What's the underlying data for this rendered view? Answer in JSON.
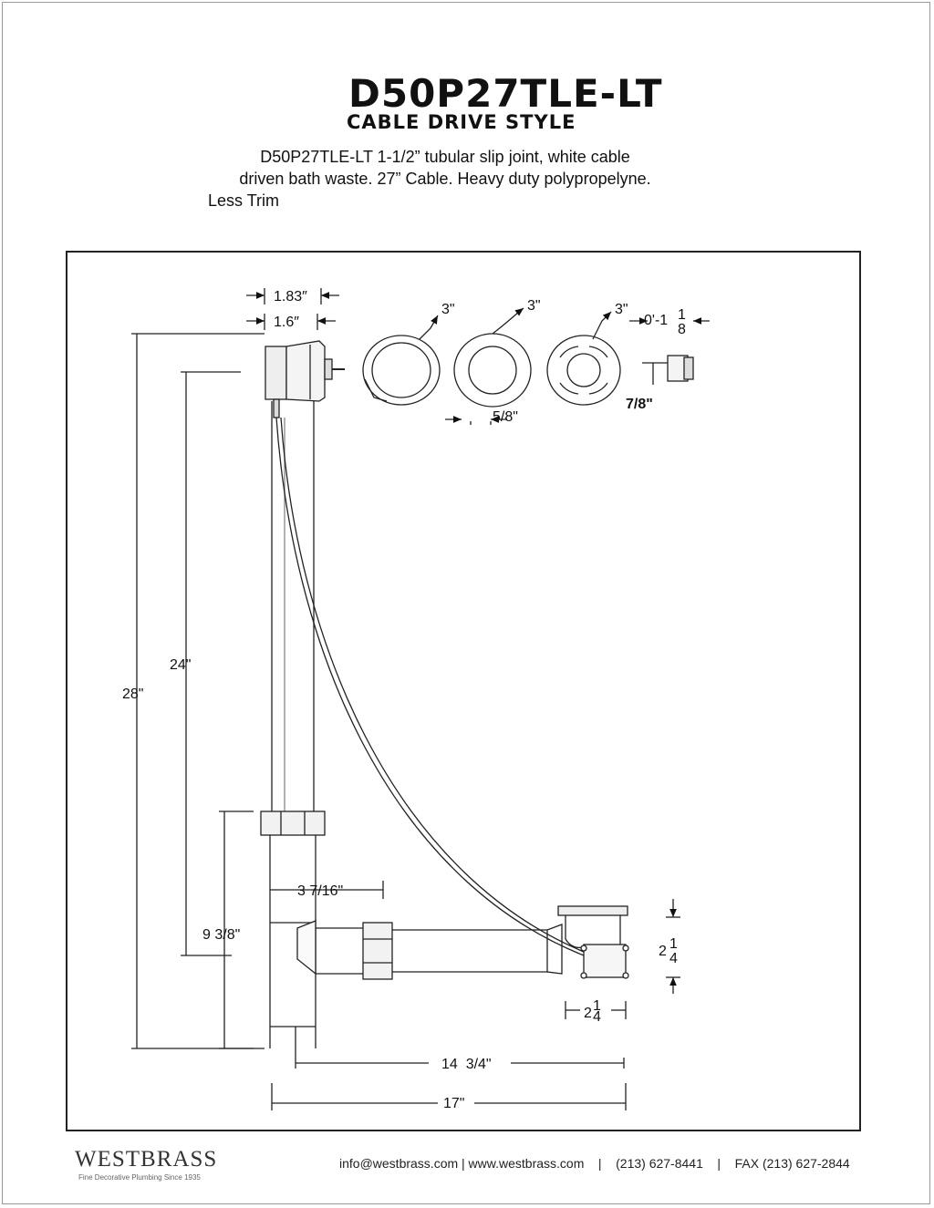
{
  "header": {
    "title": "D50P27TLE-LT",
    "subtitle": "CABLE DRIVE STYLE",
    "description_lines": [
      "D50P27TLE-LT  1-1/2” tubular slip joint, white cable",
      "driven bath waste. 27” Cable. Heavy duty polypropelyne.",
      "Less Trim"
    ]
  },
  "dimensions": {
    "top_width_outer": "1.83″",
    "top_width_inner": "1.6″",
    "ring1_diameter": "3\"",
    "ring2_diameter": "3\"",
    "strainer_diameter": "3\"",
    "ring_depth": "5/8\"",
    "stopper_thread_prefix": "0'-1",
    "stopper_frac_num": "1",
    "stopper_frac_den": "8",
    "stopper_height": "7/8\"",
    "total_height": "28\"",
    "overflow_height": "24\"",
    "tee_height": "9 3/8\"",
    "tee_offset": "3 7/16\"",
    "shoe_height_whole": "2",
    "shoe_height_num": "1",
    "shoe_height_den": "4",
    "shoe_width_whole": "2",
    "shoe_width_num": "1",
    "shoe_width_den": "4",
    "run_length": "14  3/4\"",
    "total_length": "17\""
  },
  "footer": {
    "brand": "WESTBRASS",
    "tagline": "Fine Decorative Plumbing Since 1935",
    "contact": "info@westbrass.com | www.westbrass.com    |    (213) 627-8441    |    FAX (213) 627-2844"
  }
}
